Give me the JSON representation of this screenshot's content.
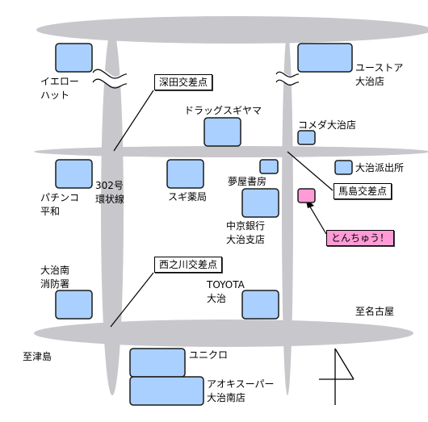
{
  "colors": {
    "road": "#c8c8cc",
    "building_fill": "#a9d0ff",
    "building_stroke": "#1a1a1a",
    "highlight": "#ff9bd6"
  },
  "labels": {
    "yellow_hat": "イエロー\nハット",
    "u_store": "ユーストア\n大治店",
    "fukada": "深田交差点",
    "drugstore": "ドラッグスギヤマ",
    "komeda": "コメダ大治店",
    "police": "大治派出所",
    "route302": "302号\n環状線",
    "pachinko": "パチンコ\n平和",
    "sugi": "スギ薬局",
    "yumeya": "夢屋書房",
    "majima": "馬島交差点",
    "chukyo_bank": "中京銀行\n大治支店",
    "tonchuu": "とんちゅう！",
    "fire_station": "大治南\n消防署",
    "nishinokawa": "西之川交差点",
    "toyota": "TOYOTA\n大治",
    "to_nagoya": "至名古屋",
    "to_tsushima": "至津島",
    "uniqlo": "ユニクロ",
    "aoki": "アオキスーパー\n大治南店"
  },
  "icons": {
    "road_break": "wave-break-icon",
    "compass": "north-arrow-icon"
  }
}
